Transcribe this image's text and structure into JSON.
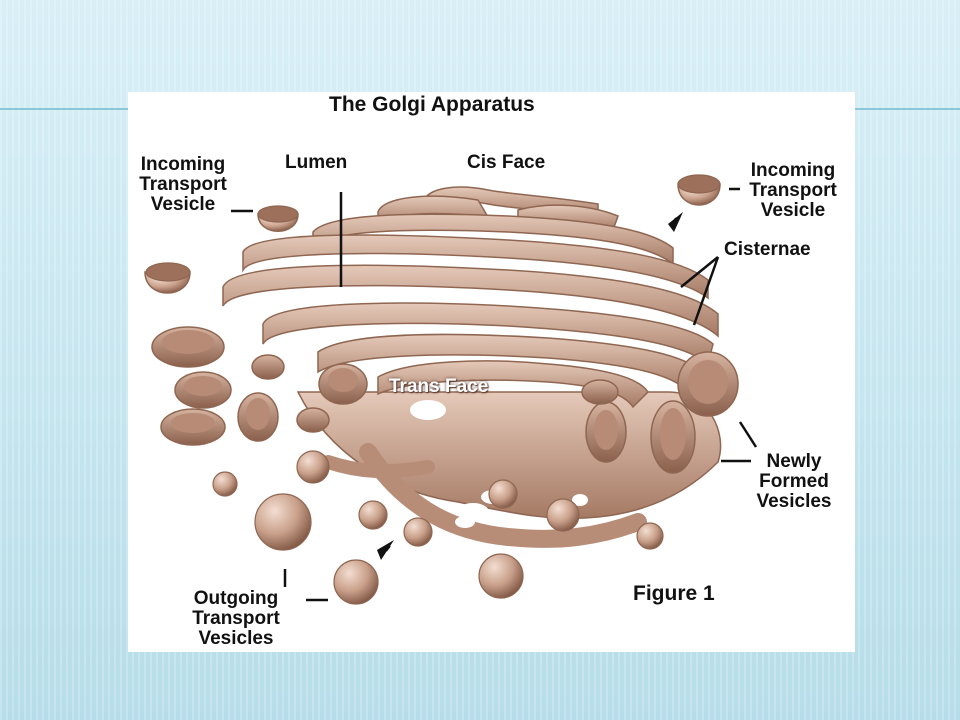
{
  "title": "The Golgi Apparatus",
  "labels": {
    "incoming_left": "Incoming\nTransport\nVesicle",
    "lumen": "Lumen",
    "cis_face": "Cis Face",
    "incoming_right": "Incoming\nTransport\nVesicle",
    "cisternae": "Cisternae",
    "trans_face": "Trans Face",
    "newly_formed": "Newly\nFormed\nVesicles",
    "outgoing": "Outgoing\nTransport\nVesicles",
    "figure": "Figure 1"
  },
  "colors": {
    "organelle": "#c9a08a",
    "organelle_dark": "#8f6651",
    "organelle_light": "#e2c4b3",
    "background": "#cbe8f2",
    "panel": "#ffffff"
  }
}
